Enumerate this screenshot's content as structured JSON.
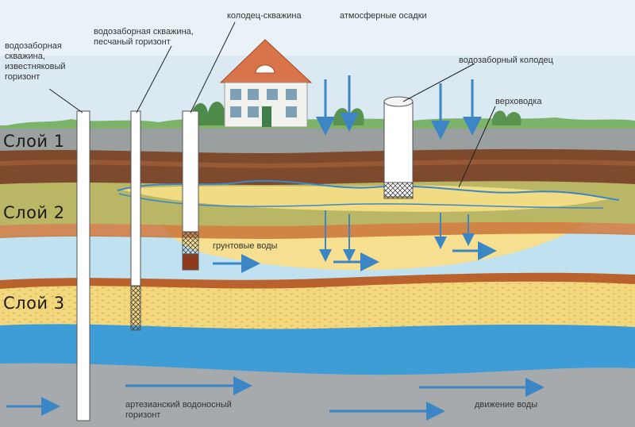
{
  "labels": {
    "well_limestone": "водозаборная\nскважина,\nизвестняковый\nгоризонт",
    "well_sand": "водозаборная скважина,\nпесчаный горизонт",
    "well_shaft": "колодец-скважина",
    "precipitation": "атмосферные осадки",
    "intake_well": "водозаборный колодец",
    "perched_water": "верховодка",
    "groundwater": "грунтовые воды",
    "artesian": "артезианский водоносный\nгоризонт",
    "water_flow": "движение воды"
  },
  "layers": [
    "Слой 1",
    "Слой 2",
    "Слой 3"
  ],
  "colors": {
    "sky": "#dbe9f2",
    "grass": "#7cb36a",
    "topsoil": "#9aa0a0",
    "clay_brown": "#7e4a2e",
    "loam_olive": "#b9b766",
    "sand_yellow": "#f3d77c",
    "aquifer_light": "#bfe1f0",
    "aquifer_blue": "#3e9dd6",
    "bedrock": "#a7aaac",
    "arrow": "#3d86c6"
  }
}
